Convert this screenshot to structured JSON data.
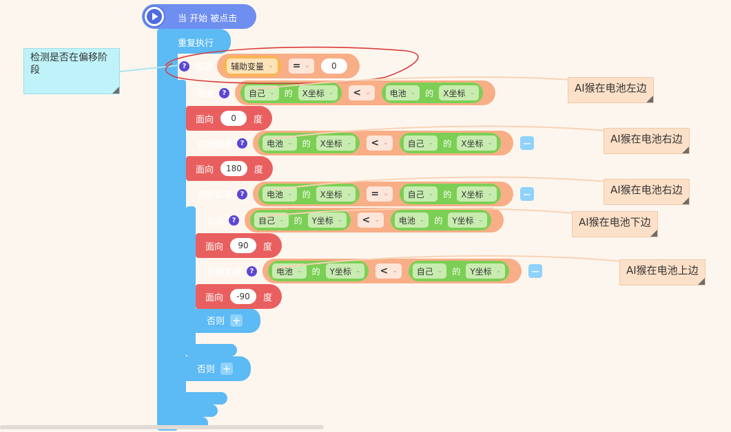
{
  "hat": {
    "label": "当 开始 被点击"
  },
  "repeat": {
    "label": "重复执行"
  },
  "outer_if": {
    "label": "如果",
    "variable": "辅助变量",
    "op": "=",
    "value": "0"
  },
  "comment_main": {
    "text": "检测是否在偏移阶段"
  },
  "if1": {
    "label": "如果",
    "left_obj": "自己",
    "de": "的",
    "left_prop": "X坐标",
    "op": "<",
    "right_obj": "电池",
    "right_prop": "X坐标",
    "note": "AI猴在电池左边"
  },
  "face1": {
    "label": "面向",
    "value": "0",
    "unit": "度"
  },
  "elif1": {
    "label": "否则如果",
    "left_obj": "电池",
    "de": "的",
    "left_prop": "X坐标",
    "op": "<",
    "right_obj": "自己",
    "right_prop": "X坐标",
    "note": "AI猴在电池右边"
  },
  "face2": {
    "label": "面向",
    "value": "180",
    "unit": "度"
  },
  "elif2": {
    "label": "否则如果",
    "left_obj": "电池",
    "de": "的",
    "left_prop": "X坐标",
    "op": "=",
    "right_obj": "自己",
    "right_prop": "X坐标",
    "note": "AI猴在电池右边"
  },
  "if2": {
    "label": "如果",
    "left_obj": "自己",
    "de": "的",
    "left_prop": "Y坐标",
    "op": "<",
    "right_obj": "电池",
    "right_prop": "Y坐标",
    "note": "AI猴在电池下边"
  },
  "face3": {
    "label": "面向",
    "value": "90",
    "unit": "度"
  },
  "elif3": {
    "label": "否则如果",
    "left_obj": "电池",
    "de": "的",
    "left_prop": "Y坐标",
    "op": "<",
    "right_obj": "自己",
    "right_prop": "Y坐标",
    "note": "AI猴在电池上边"
  },
  "face4": {
    "label": "面向",
    "value": "-90",
    "unit": "度"
  },
  "else_inner": {
    "label": "否则",
    "add": "+"
  },
  "else_outer": {
    "label": "否则",
    "add": "+"
  },
  "minus_symbol": "−",
  "chevron": "⌄"
}
